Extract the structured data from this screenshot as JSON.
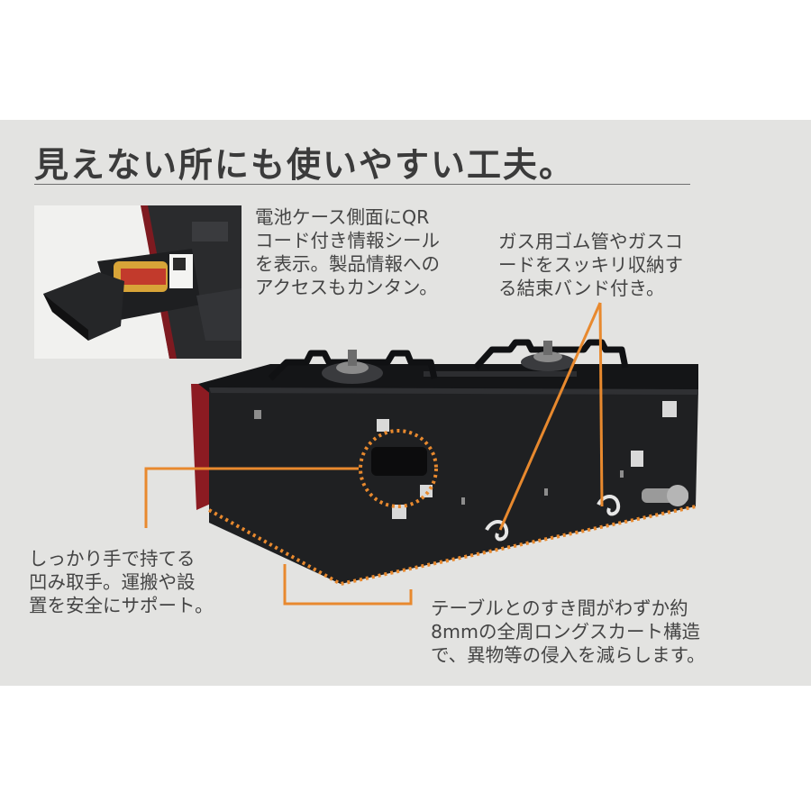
{
  "page": {
    "title": "見えない所にも使いやすい工夫。"
  },
  "notes": {
    "battery_qr": [
      "電池ケース側面にQR",
      "コード付き情報シール",
      "を表示。製品情報への",
      "アクセスもカンタン。"
    ],
    "hose_band": [
      "ガス用ゴム管やガスコ",
      "ードをスッキリ収納す",
      "る結束バンド付き。"
    ],
    "handle": [
      "しっかり手で持てる",
      "凹み取手。運搬や設",
      "置を安全にサポート。"
    ],
    "skirt": [
      "テーブルとのすき間がわずか約",
      "8mmの全周ロングスカート構造",
      "で、異物等の侵入を減らします。"
    ]
  },
  "colors": {
    "panel_bg": "#e3e3e1",
    "callout_orange": "#e8892e",
    "body_black": "#1f2022",
    "accent_red": "#8c1b22"
  }
}
